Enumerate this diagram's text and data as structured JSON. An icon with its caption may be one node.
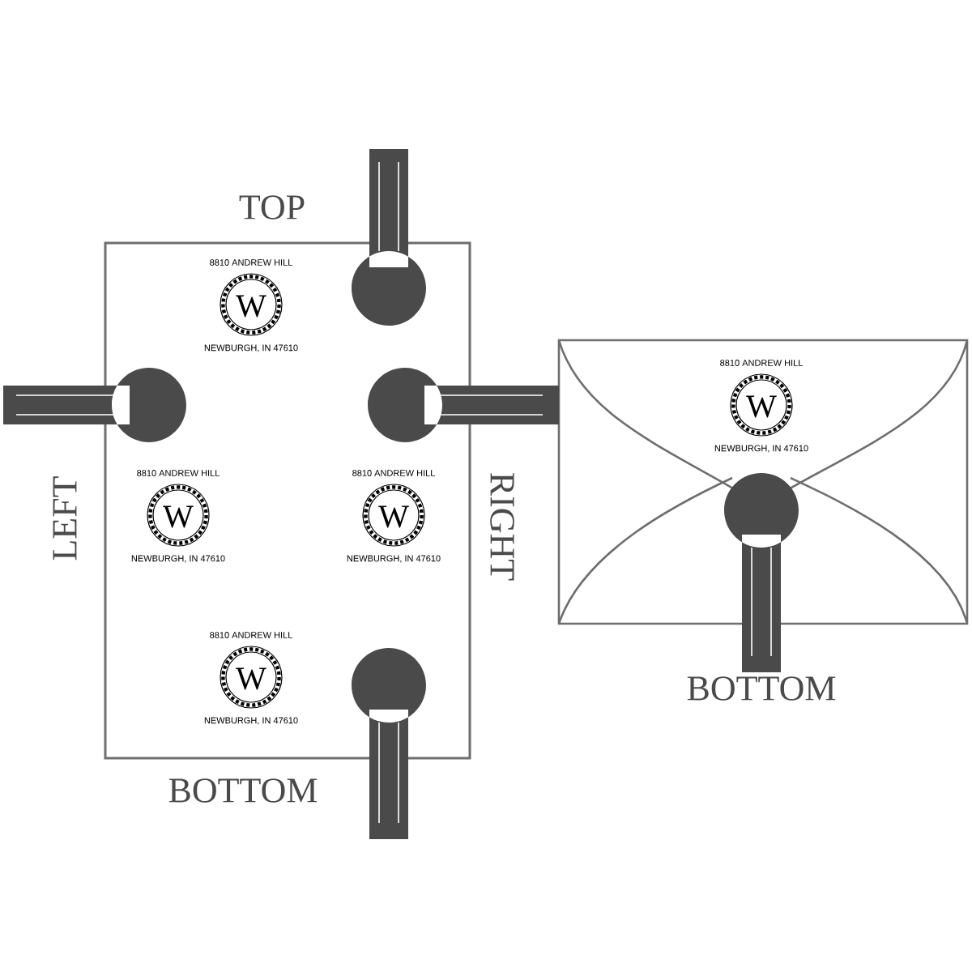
{
  "diagram": {
    "labels": [
      "TOP",
      "8810 ANDREW HILL",
      "W",
      "NEWBURGH, IN 47610",
      "LEFT",
      "8810 ANDREW HILL",
      "W",
      "NEWBURGH, IN 47610",
      "8810 ANDREW HILL",
      "W",
      "NEWBURGH, IN 47610",
      "RIGHT",
      "8810 ANDREW HILL",
      "W",
      "NEWBURGH, IN 47610",
      "BOTTOM",
      "8810 ANDREW HILL",
      "W",
      "NEWBURGH, IN 47610",
      "BOTTOM"
    ]
  }
}
